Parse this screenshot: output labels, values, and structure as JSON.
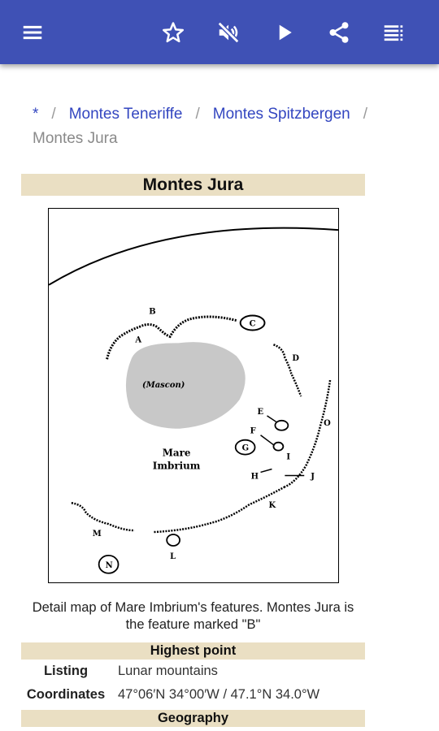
{
  "toolbar": {
    "icons": [
      "menu-icon",
      "star-icon",
      "mute-icon",
      "play-icon",
      "share-icon",
      "list-icon"
    ]
  },
  "breadcrumb": {
    "root": "*",
    "items": [
      "Montes Teneriffe",
      "Montes Spitzbergen"
    ],
    "separator": "/",
    "current": "Montes Jura"
  },
  "infobox": {
    "title": "Montes Jura",
    "map": {
      "center_label": "(Mascon)",
      "mare_label_line1": "Mare",
      "mare_label_line2": "Imbrium",
      "feature_letters": [
        "A",
        "B",
        "C",
        "D",
        "E",
        "F",
        "G",
        "H",
        "I",
        "J",
        "K",
        "L",
        "M",
        "N",
        "O"
      ]
    },
    "caption": "Detail map of Mare Imbrium's features. Montes Jura is the feature marked \"B\"",
    "section_highest": "Highest point",
    "rows": [
      {
        "label": "Listing",
        "value": "Lunar mountains"
      },
      {
        "label": "Coordinates",
        "value": "47°06′N 34°00′W / 47.1°N 34.0°W"
      }
    ],
    "section_geography": "Geography"
  }
}
